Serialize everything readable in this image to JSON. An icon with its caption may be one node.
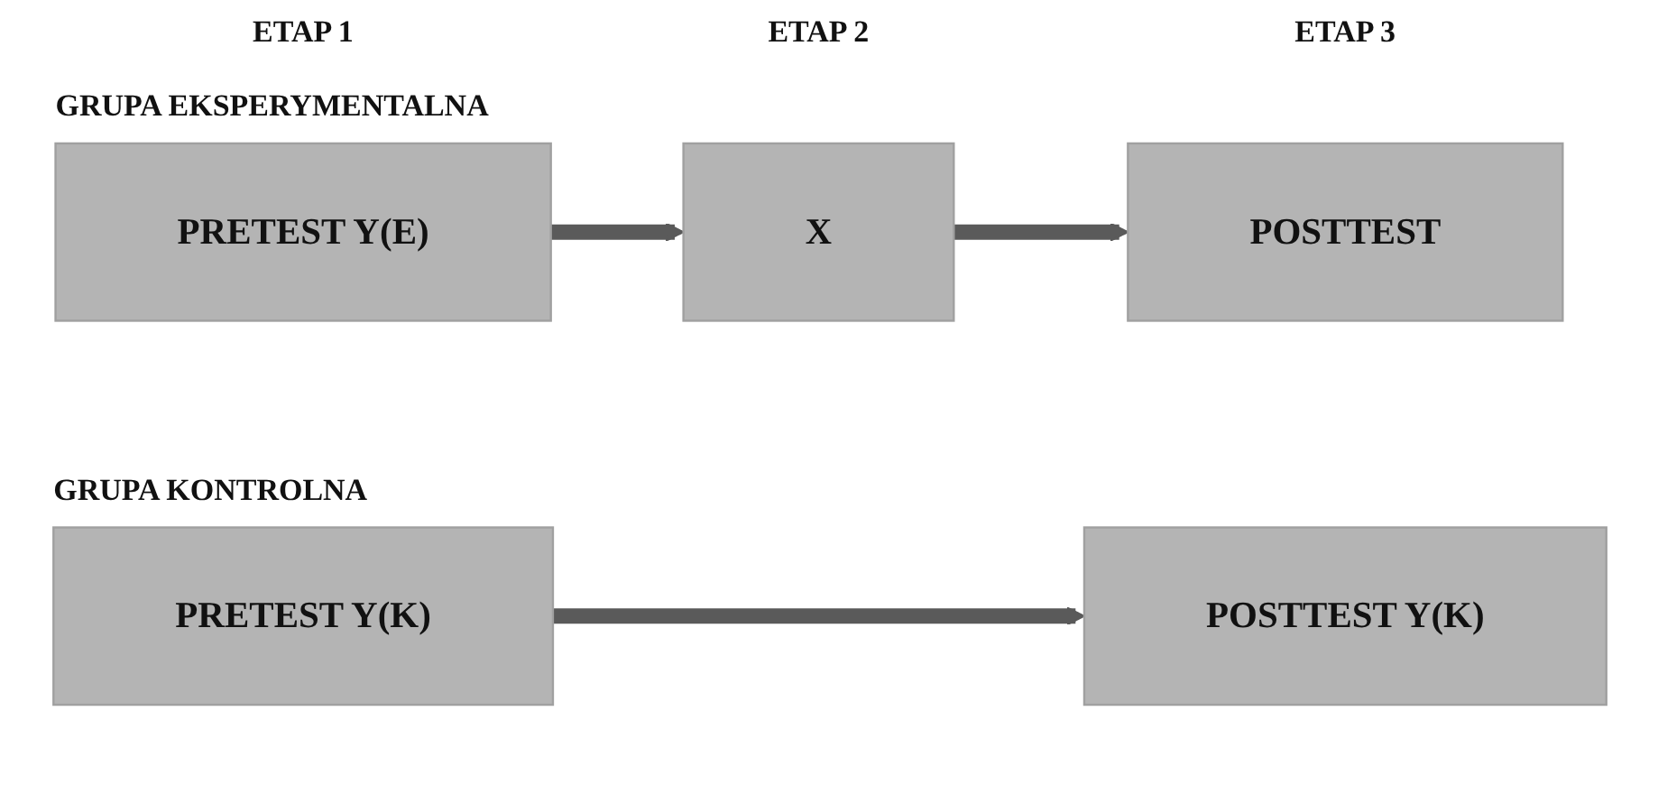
{
  "diagram": {
    "nodes": [
      {
        "text": [
          "PRETEST Y(E)"
        ]
      },
      {
        "text": [
          "X"
        ]
      },
      {
        "text": [
          "POSTTEST"
        ]
      },
      {
        "text": [
          "PRETEST Y(K)"
        ]
      },
      {
        "text": [
          "POSTTEST Y(K)"
        ]
      }
    ],
    "edges": [
      {
        "from": 0,
        "to": 1,
        "arrow": "to"
      },
      {
        "from": 1,
        "to": 2,
        "arrow": "to"
      },
      {
        "from": 3,
        "to": 4,
        "arrow": "to"
      }
    ],
    "labels": [
      "ETAP 1",
      "ETAP 2",
      "ETAP 3",
      "GRUPA EKSPERYMENTALNA",
      "GRUPA KONTROLNA"
    ]
  }
}
